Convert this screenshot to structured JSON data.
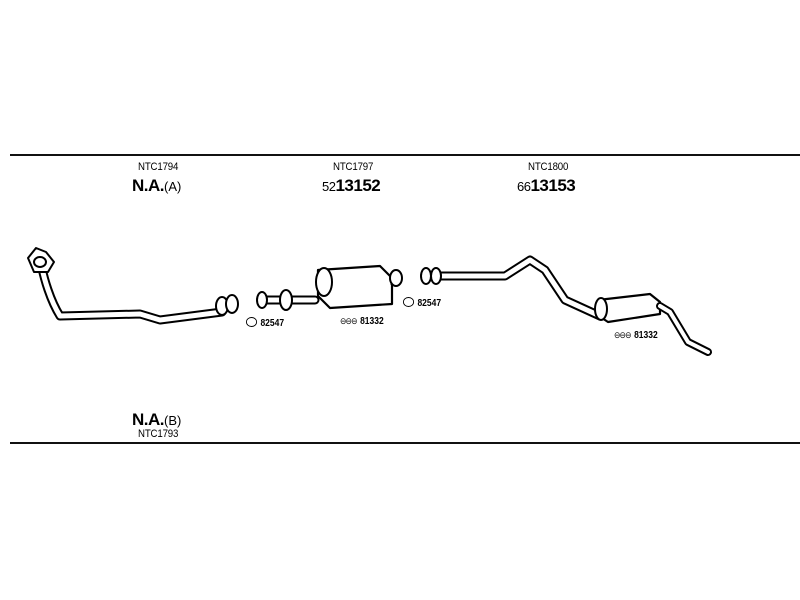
{
  "sections": [
    {
      "ref": "NTC1794",
      "part_prefix": "",
      "part_number": "N.A.",
      "part_suffix": "(A)"
    },
    {
      "ref": "NTC1797",
      "part_prefix": "52",
      "part_number": "13152",
      "part_suffix": ""
    },
    {
      "ref": "NTC1800",
      "part_prefix": "66",
      "part_number": "13153",
      "part_suffix": ""
    }
  ],
  "bottom_section": {
    "part_number": "N.A.",
    "part_suffix": "(B)",
    "ref": "NTC1793"
  },
  "clamps": [
    {
      "label": "82547",
      "icon": "ring-clamp-icon"
    },
    {
      "label": "81332",
      "icon": "bolt-dots-icon"
    },
    {
      "label": "82547",
      "icon": "ring-clamp-icon"
    },
    {
      "label": "81332",
      "icon": "bolt-dots-icon"
    }
  ]
}
